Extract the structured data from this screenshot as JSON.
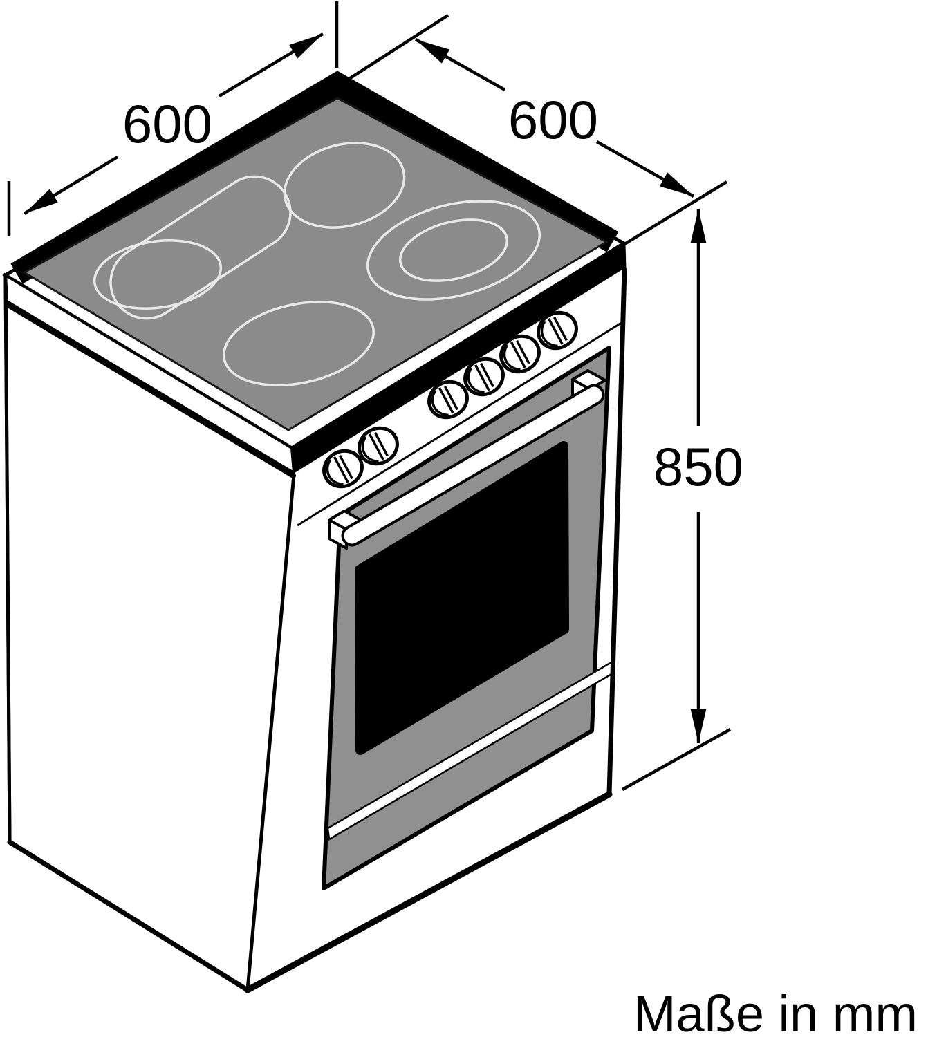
{
  "diagram": {
    "type": "appliance-dimension-drawing",
    "appliance": "Freestanding electric cooker with ceramic hob, four cooking zones, six control knobs, oven door with bar handle",
    "unit_note": "Maße in mm",
    "dimensions": {
      "depth": {
        "label": "600",
        "position": "top-left"
      },
      "width": {
        "label": "600",
        "position": "top-right"
      },
      "height": {
        "label": "850",
        "position": "right"
      }
    },
    "counts": {
      "cooking_zones": 4,
      "control_knobs": 6
    },
    "colors": {
      "background": "#ffffff",
      "line": "#000000",
      "hob_glass": "#8b8b8b",
      "door_face": "#909090",
      "door_window": "#000000",
      "burner_ring": "#e8e8e8"
    }
  }
}
